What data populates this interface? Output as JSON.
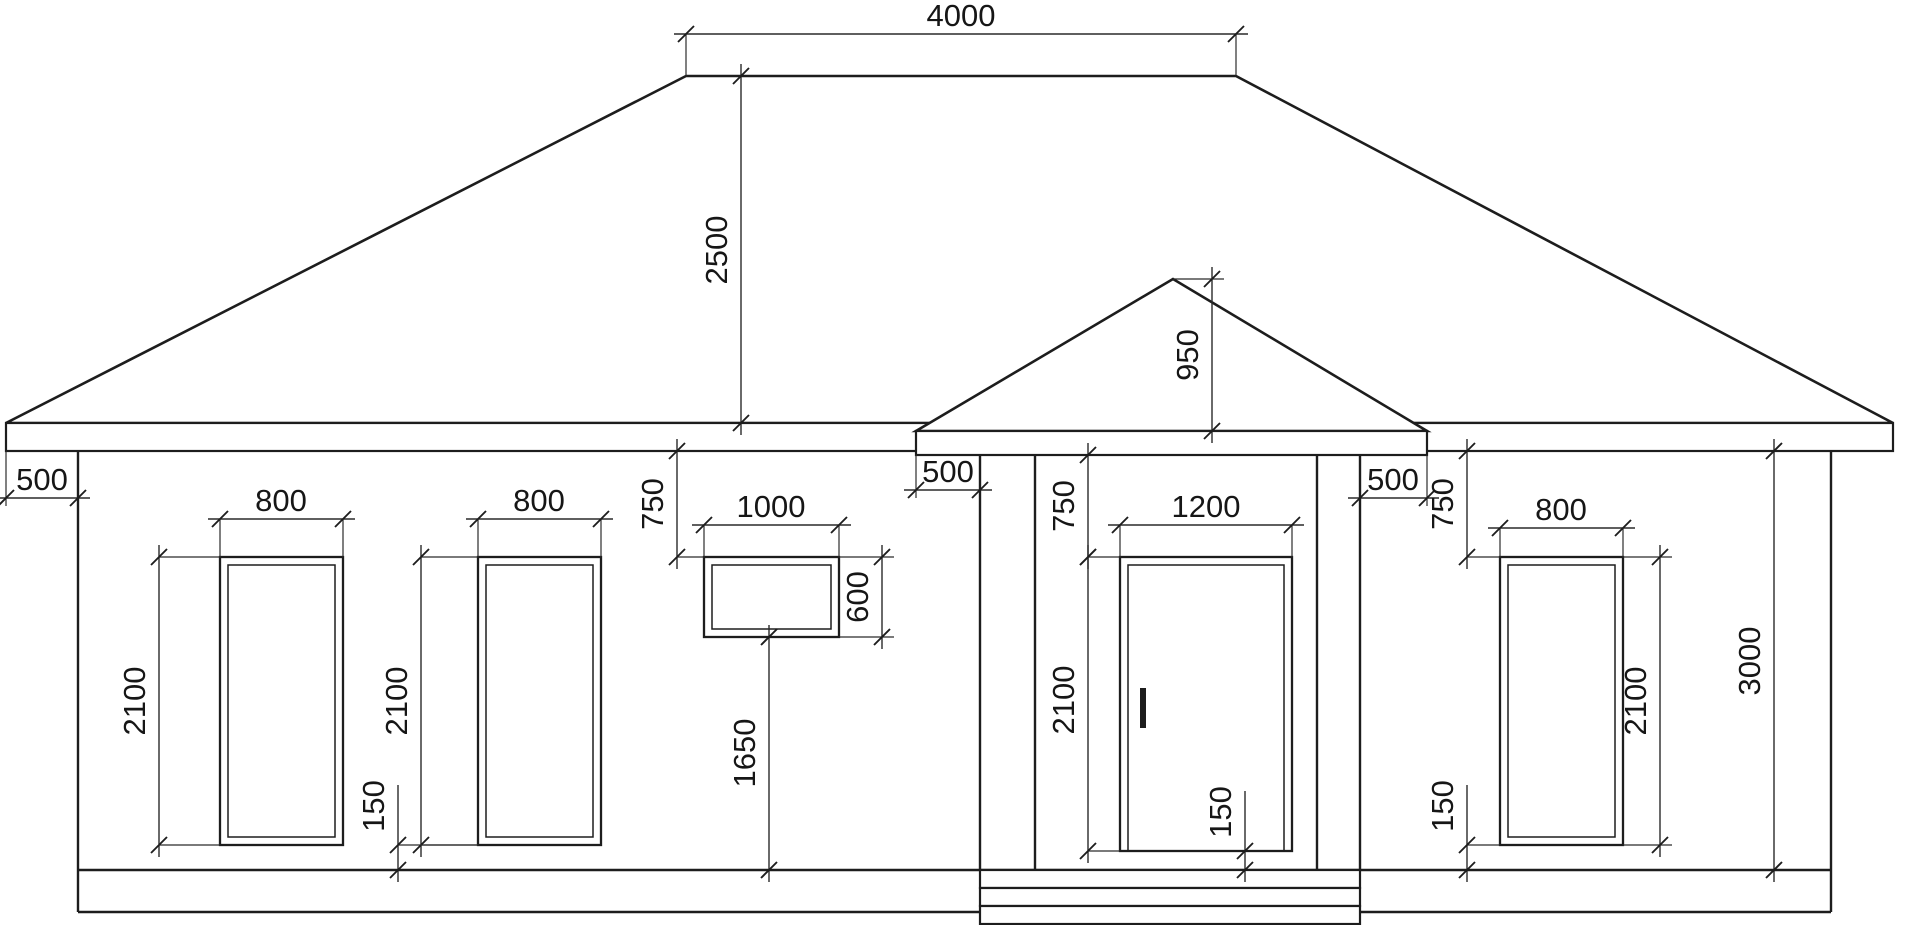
{
  "drawing": {
    "type": "house-front-elevation",
    "dimensions": {
      "roof_top_width": "4000",
      "main_roof_height": "2500",
      "porch_roof_height": "950",
      "left_eave_overhang": "500",
      "porch_left_overhang": "500",
      "porch_right_overhang": "500",
      "right_eave_overhang": "500",
      "window1_width": "800",
      "window1_height": "2100",
      "window2_width": "800",
      "window2_height": "2100",
      "window2_sill_offset": "150",
      "small_window_width": "1000",
      "small_window_height": "600",
      "small_window_top_offset": "750",
      "small_window_sill_height": "1650",
      "door_width": "1200",
      "door_height": "2100",
      "door_top_offset": "750",
      "door_bottom_offset": "150",
      "window4_width": "800",
      "window4_height": "2100",
      "window4_top_offset": "750",
      "window4_sill_offset": "150",
      "wall_height": "3000"
    }
  }
}
